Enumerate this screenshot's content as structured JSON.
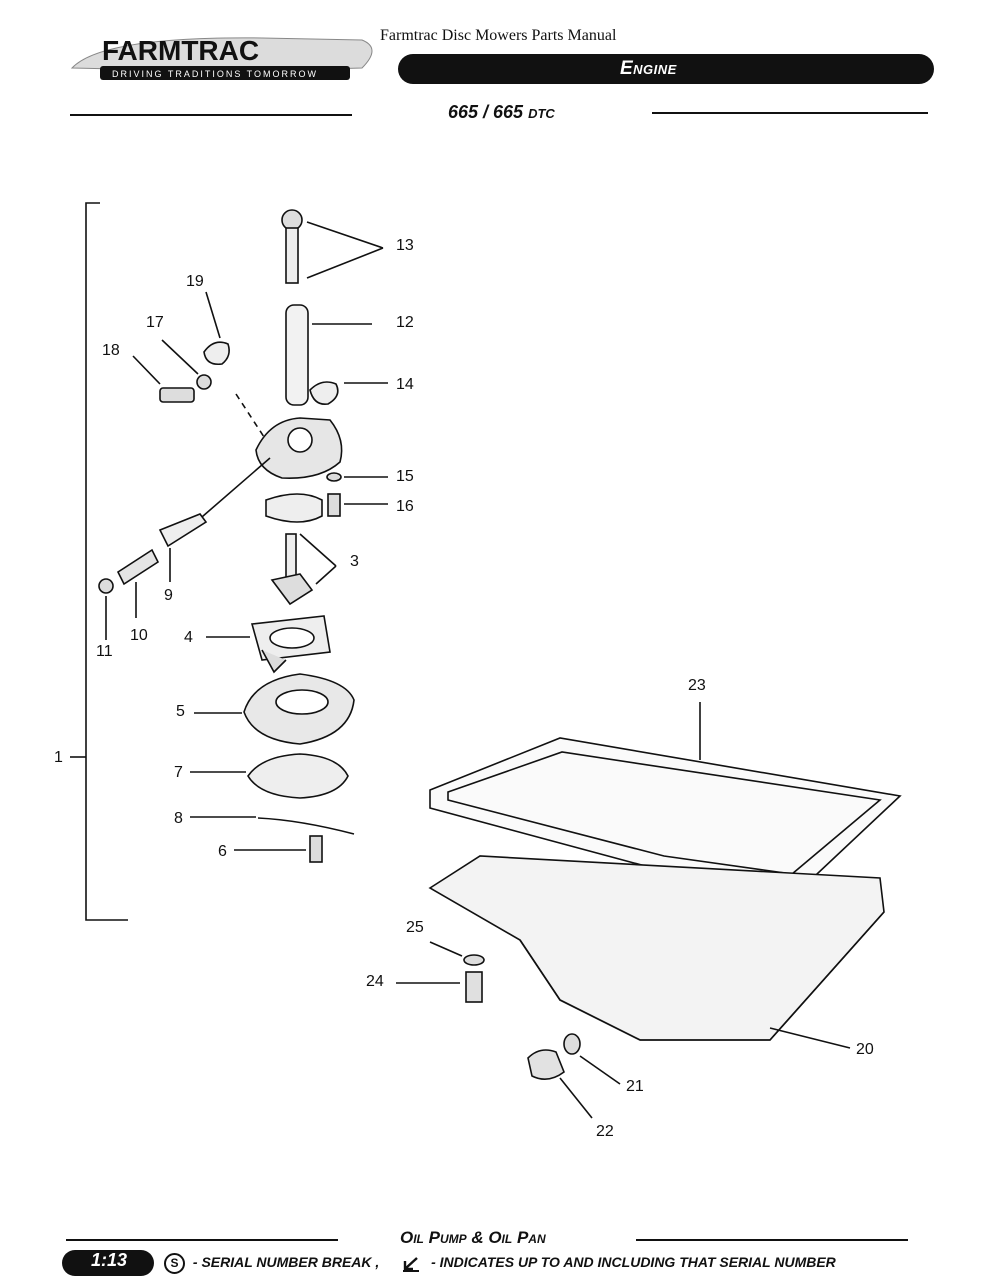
{
  "header": {
    "doc_title": "Farmtrac Disc Mowers Parts Manual",
    "brand": "FARMTRAC",
    "tagline": "DRIVING TRADITIONS TOMORROW",
    "section": "Engine",
    "model_main": "665 / 665",
    "model_suffix": "DTC"
  },
  "diagram": {
    "callouts": [
      "1",
      "3",
      "4",
      "5",
      "6",
      "7",
      "8",
      "9",
      "10",
      "11",
      "12",
      "13",
      "14",
      "15",
      "16",
      "17",
      "18",
      "19",
      "20",
      "21",
      "22",
      "23",
      "24",
      "25"
    ]
  },
  "footer": {
    "title": "Oil Pump & Oil Pan",
    "page": "1:13",
    "serial_symbol": "S",
    "serial_text": "- SERIAL NUMBER BREAK ,",
    "arrow_text": "- INDICATES UP TO AND INCLUDING THAT SERIAL NUMBER"
  },
  "colors": {
    "ink": "#111111",
    "paper": "#ffffff"
  }
}
